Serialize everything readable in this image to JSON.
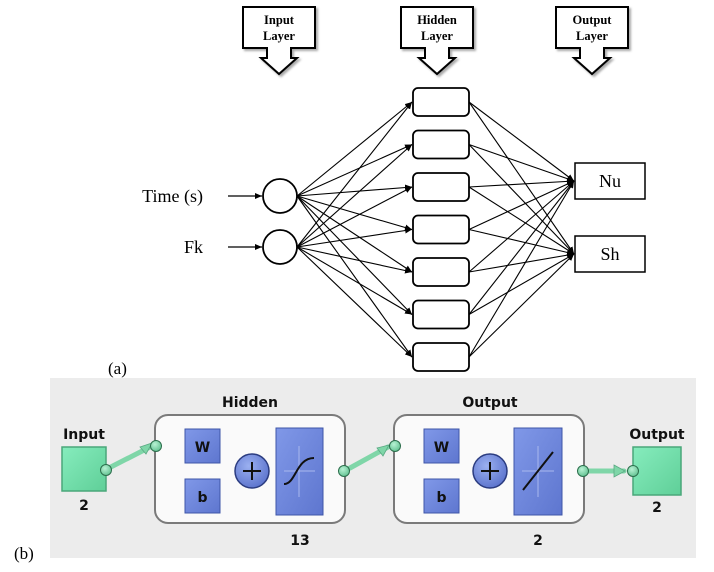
{
  "panel_a": {
    "caption": "(a)",
    "layer_headers": [
      {
        "line1": "Input",
        "line2": "Layer"
      },
      {
        "line1": "Hidden",
        "line2": "Layer"
      },
      {
        "line1": "Output",
        "line2": "Layer"
      }
    ],
    "inputs": [
      {
        "label": "Time (s)"
      },
      {
        "label": "Fk"
      }
    ],
    "hidden_node_count": 7,
    "outputs": [
      {
        "label": "Nu"
      },
      {
        "label": "Sh"
      }
    ]
  },
  "panel_b": {
    "caption": "(b)",
    "input_block": {
      "title": "Input",
      "size": "2"
    },
    "hidden_layer": {
      "title": "Hidden",
      "weight_label": "W",
      "bias_label": "b",
      "size": "13",
      "transfer": "sigmoid"
    },
    "output_layer": {
      "title": "Output",
      "weight_label": "W",
      "bias_label": "b",
      "size": "2",
      "transfer": "linear"
    },
    "output_block": {
      "title": "Output",
      "size": "2"
    },
    "colors": {
      "panel_bg": "#ececec",
      "io_block": "#6ee3ad",
      "connector": "#7fd6a8",
      "op_block": "#6f86de",
      "layer_border": "#7a7a7a"
    }
  }
}
